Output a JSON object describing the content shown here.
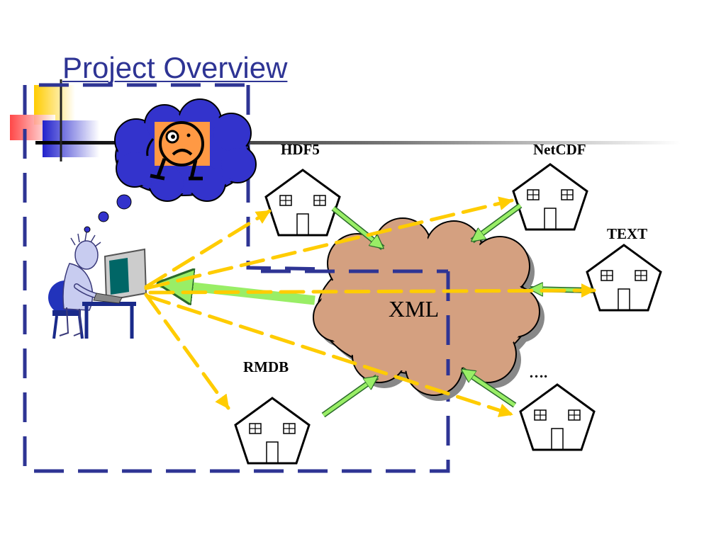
{
  "slide": {
    "title": "Project Overview"
  },
  "diagram": {
    "hub": {
      "label": "XML"
    },
    "sources": [
      {
        "label": "HDF5"
      },
      {
        "label": "NetCDF"
      },
      {
        "label": "TEXT"
      },
      {
        "label": "RMDB"
      },
      {
        "label": "…."
      }
    ]
  },
  "colors": {
    "title": "#2e3494",
    "boundary": "#2e3494",
    "query_arrow": "#ffcc00",
    "response_arrow": "#99ee66",
    "cloud": "#d4a080",
    "thought_bubble": "#3333cc"
  },
  "icons": [
    "user-at-computer-icon",
    "confused-face-icon",
    "house-icon"
  ]
}
